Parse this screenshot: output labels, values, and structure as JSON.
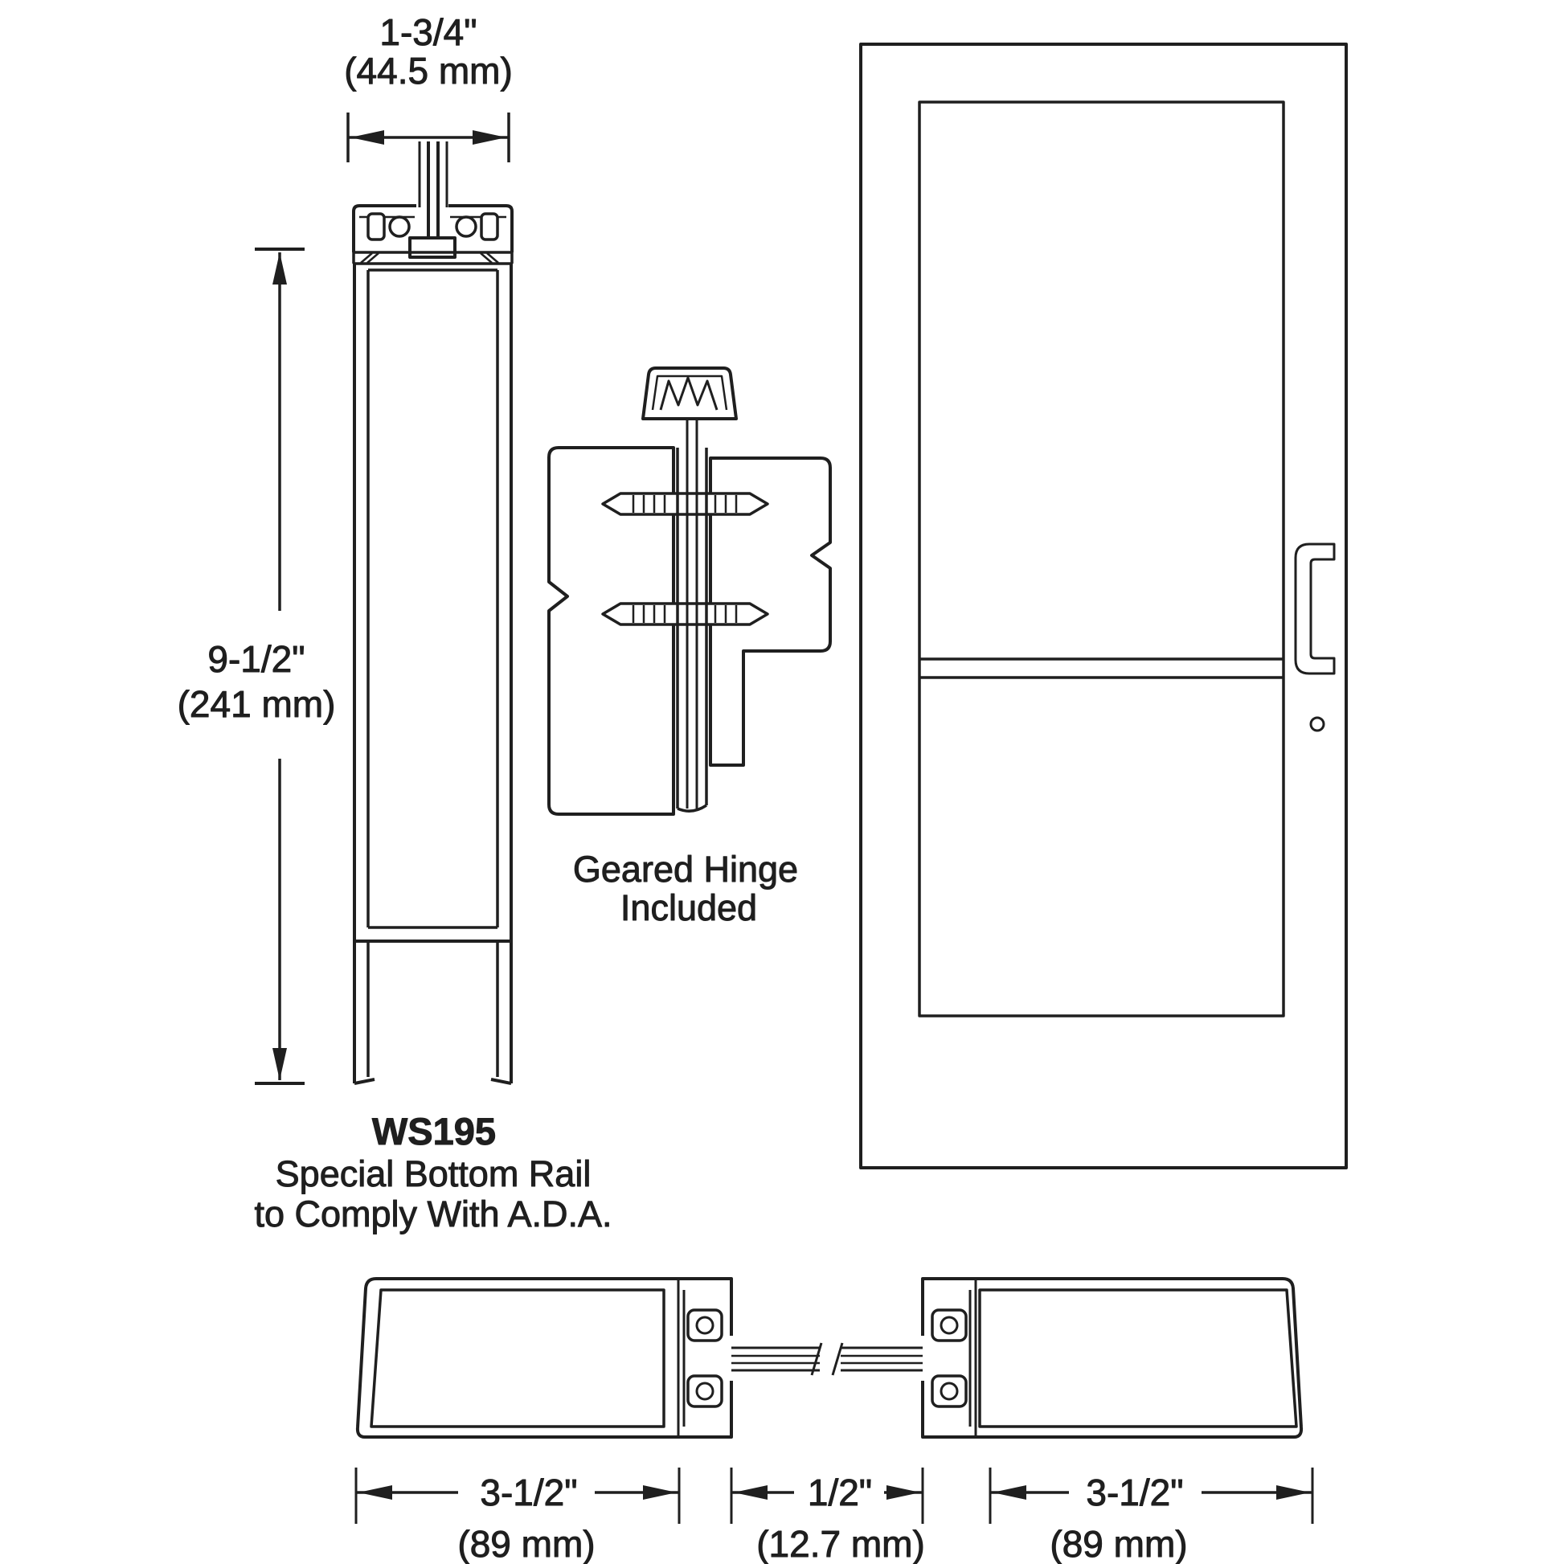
{
  "figures": {
    "bottom_rail_section": {
      "width_dim": {
        "inches": "1-3/4\"",
        "mm": "(44.5 mm)"
      },
      "height_dim": {
        "inches": "9-1/2\"",
        "mm": "(241 mm)"
      },
      "part_number": "WS195",
      "caption": {
        "line1": "Special Bottom Rail",
        "line2": "to Comply With A.D.A."
      }
    },
    "hinge": {
      "caption": {
        "line1": "Geared Hinge",
        "line2": "Included"
      }
    },
    "horizontal_section": {
      "left_stile_dim": {
        "inches": "3-1/2\"",
        "mm": "(89 mm)"
      },
      "glass_dim": {
        "inches": "1/2\"",
        "mm": "(12.7 mm)"
      },
      "right_stile_dim": {
        "inches": "3-1/2\"",
        "mm": "(89 mm)"
      }
    }
  },
  "colors": {
    "line": "#1f1f1f",
    "door_fill": "#a9abad",
    "background": "#ffffff"
  }
}
